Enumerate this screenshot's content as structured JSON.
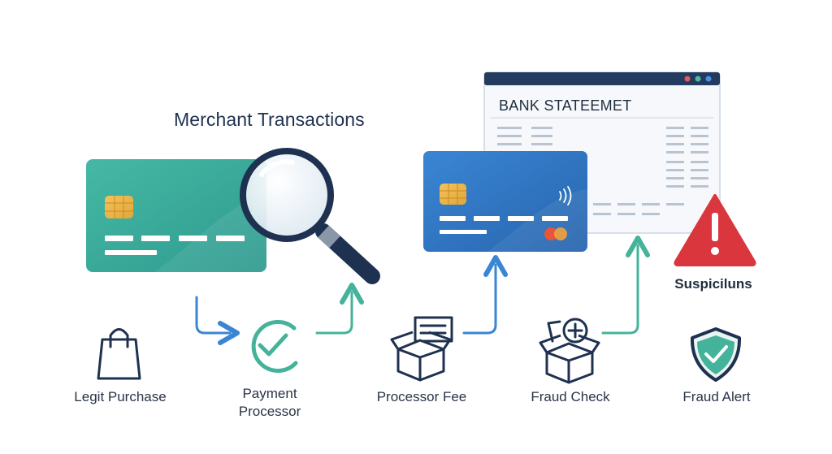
{
  "title": "Merchant Transactions",
  "statement": {
    "title": "BANK STATEEMET"
  },
  "warning": {
    "label": "Suspiciluns"
  },
  "steps": [
    {
      "label": "Legit Purchase",
      "icon": "shopping-bag-icon"
    },
    {
      "label_line1": "Payment",
      "label_line2": "Processor",
      "icon": "check-circle-icon"
    },
    {
      "label": "Processor Fee",
      "icon": "open-box-icon"
    },
    {
      "label": "Fraud Check",
      "icon": "box-tools-icon"
    },
    {
      "label": "Fraud Alert",
      "icon": "shield-check-icon"
    }
  ],
  "colors": {
    "teal_card": "#3aa99b",
    "blue_card": "#2f74c0",
    "arrow_blue": "#3a86d4",
    "arrow_teal": "#45b39b",
    "alert_red": "#d9363e",
    "navy": "#1f3150"
  }
}
